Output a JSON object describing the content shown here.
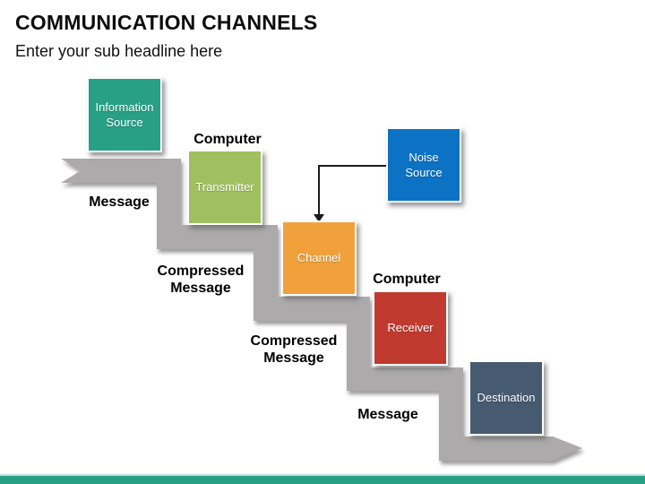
{
  "header": {
    "title": "COMMUNICATION CHANNELS",
    "subtitle": "Enter your sub headline here"
  },
  "diagram": {
    "nodes": [
      {
        "id": "information-source",
        "label": "Information Source",
        "color": "#27A086"
      },
      {
        "id": "transmitter",
        "label": "Transmitter",
        "color": "#A0C060"
      },
      {
        "id": "channel",
        "label": "Channel",
        "color": "#F0A13C"
      },
      {
        "id": "receiver",
        "label": "Receiver",
        "color": "#C03A30"
      },
      {
        "id": "destination",
        "label": "Destination",
        "color": "#465A70"
      },
      {
        "id": "noise-source",
        "label": "Noise Source",
        "color": "#0B72C4"
      }
    ],
    "flow_labels": [
      {
        "id": "computer-1",
        "text": "Computer"
      },
      {
        "id": "message-1",
        "text": "Message"
      },
      {
        "id": "compressed-message-1",
        "text": "Compressed Message"
      },
      {
        "id": "computer-2",
        "text": "Computer"
      },
      {
        "id": "compressed-message-2",
        "text": "Compressed Message"
      },
      {
        "id": "message-2",
        "text": "Message"
      }
    ],
    "ribbon_color": "#ACAAAA",
    "connector_color": "#1A1A1A"
  },
  "footer": {
    "bar_color": "#27A086"
  }
}
